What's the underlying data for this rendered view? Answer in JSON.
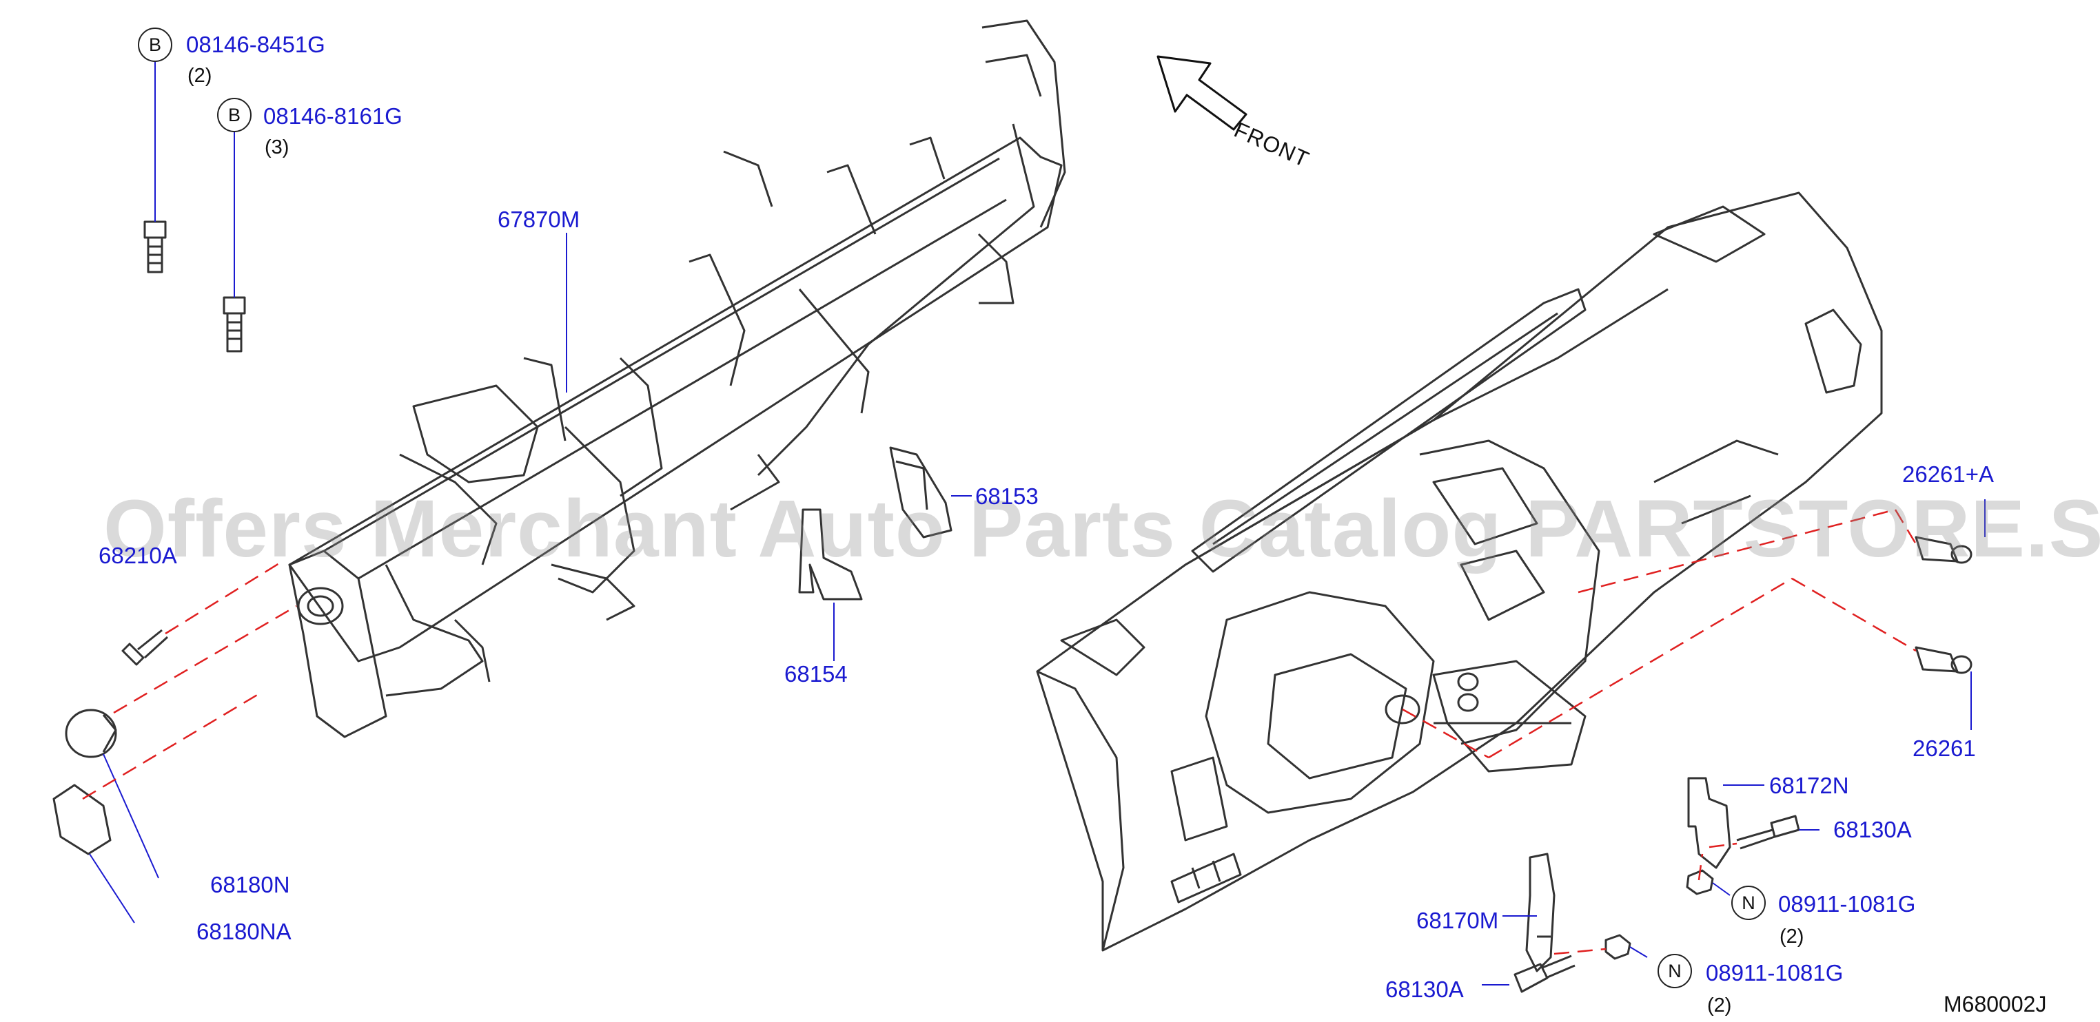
{
  "watermark": "Offers Merchant Auto Parts Catalog PARTSTORE.SA",
  "front_label": "FRONT",
  "diagram_code": "M680002J",
  "colors": {
    "label": "#1a1ad0",
    "leader": "#1a1ad0",
    "dashed": "#e02020",
    "line": "#333333"
  },
  "callouts": {
    "bolt1": {
      "badge": "B",
      "part": "08146-8451G",
      "qty": "(2)"
    },
    "bolt2": {
      "badge": "B",
      "part": "08146-8161G",
      "qty": "(3)"
    },
    "member": {
      "part": "67870M"
    },
    "screw": {
      "part": "68210A"
    },
    "bracket_a": {
      "part": "68153"
    },
    "bracket_b": {
      "part": "68154"
    },
    "cap_round": {
      "part": "68180N"
    },
    "cap_oval": {
      "part": "68180NA"
    },
    "bulb_a": {
      "part": "26261+A"
    },
    "bulb_b": {
      "part": "26261"
    },
    "bracket_r": {
      "part": "68172N"
    },
    "bolt_r": {
      "part": "68130A"
    },
    "nut_r": {
      "badge": "N",
      "part": "08911-1081G",
      "qty": "(2)"
    },
    "bracket_c": {
      "part": "68170M"
    },
    "bolt_c": {
      "part": "68130A"
    },
    "nut_c": {
      "badge": "N",
      "part": "08911-1081G",
      "qty": "(2)"
    }
  }
}
